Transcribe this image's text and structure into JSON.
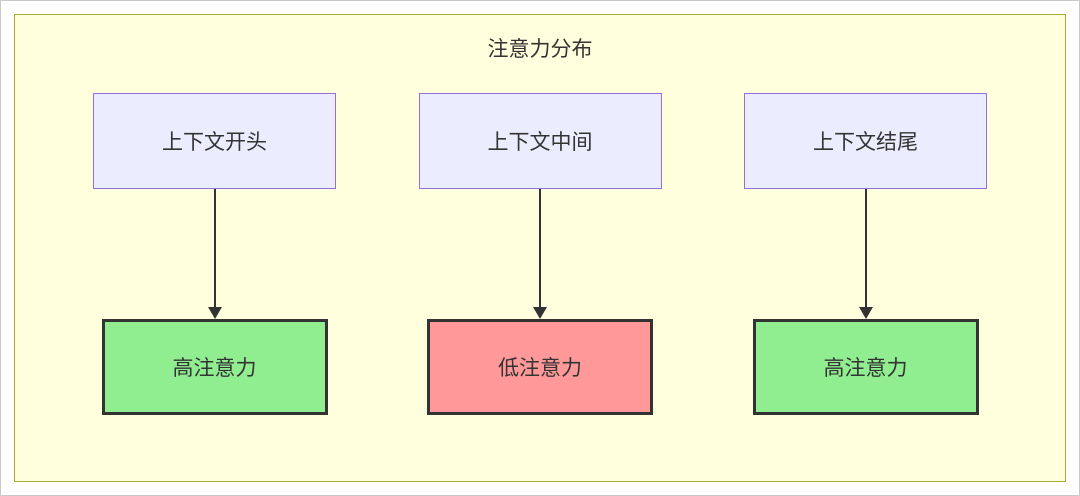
{
  "diagram": {
    "title": "注意力分布",
    "columns": [
      {
        "top_label": "上下文开头",
        "bottom_label": "高注意力",
        "status": "high"
      },
      {
        "top_label": "上下文中间",
        "bottom_label": "低注意力",
        "status": "low"
      },
      {
        "top_label": "上下文结尾",
        "bottom_label": "高注意力",
        "status": "high"
      }
    ],
    "colors": {
      "container_bg": "#ffffde",
      "container_border": "#aaaa33",
      "context_box_bg": "#ececff",
      "context_box_border": "#9370db",
      "high_attention_bg": "#90ee90",
      "low_attention_bg": "#ff9999",
      "attention_box_border": "#333333",
      "arrow_color": "#333333"
    }
  }
}
